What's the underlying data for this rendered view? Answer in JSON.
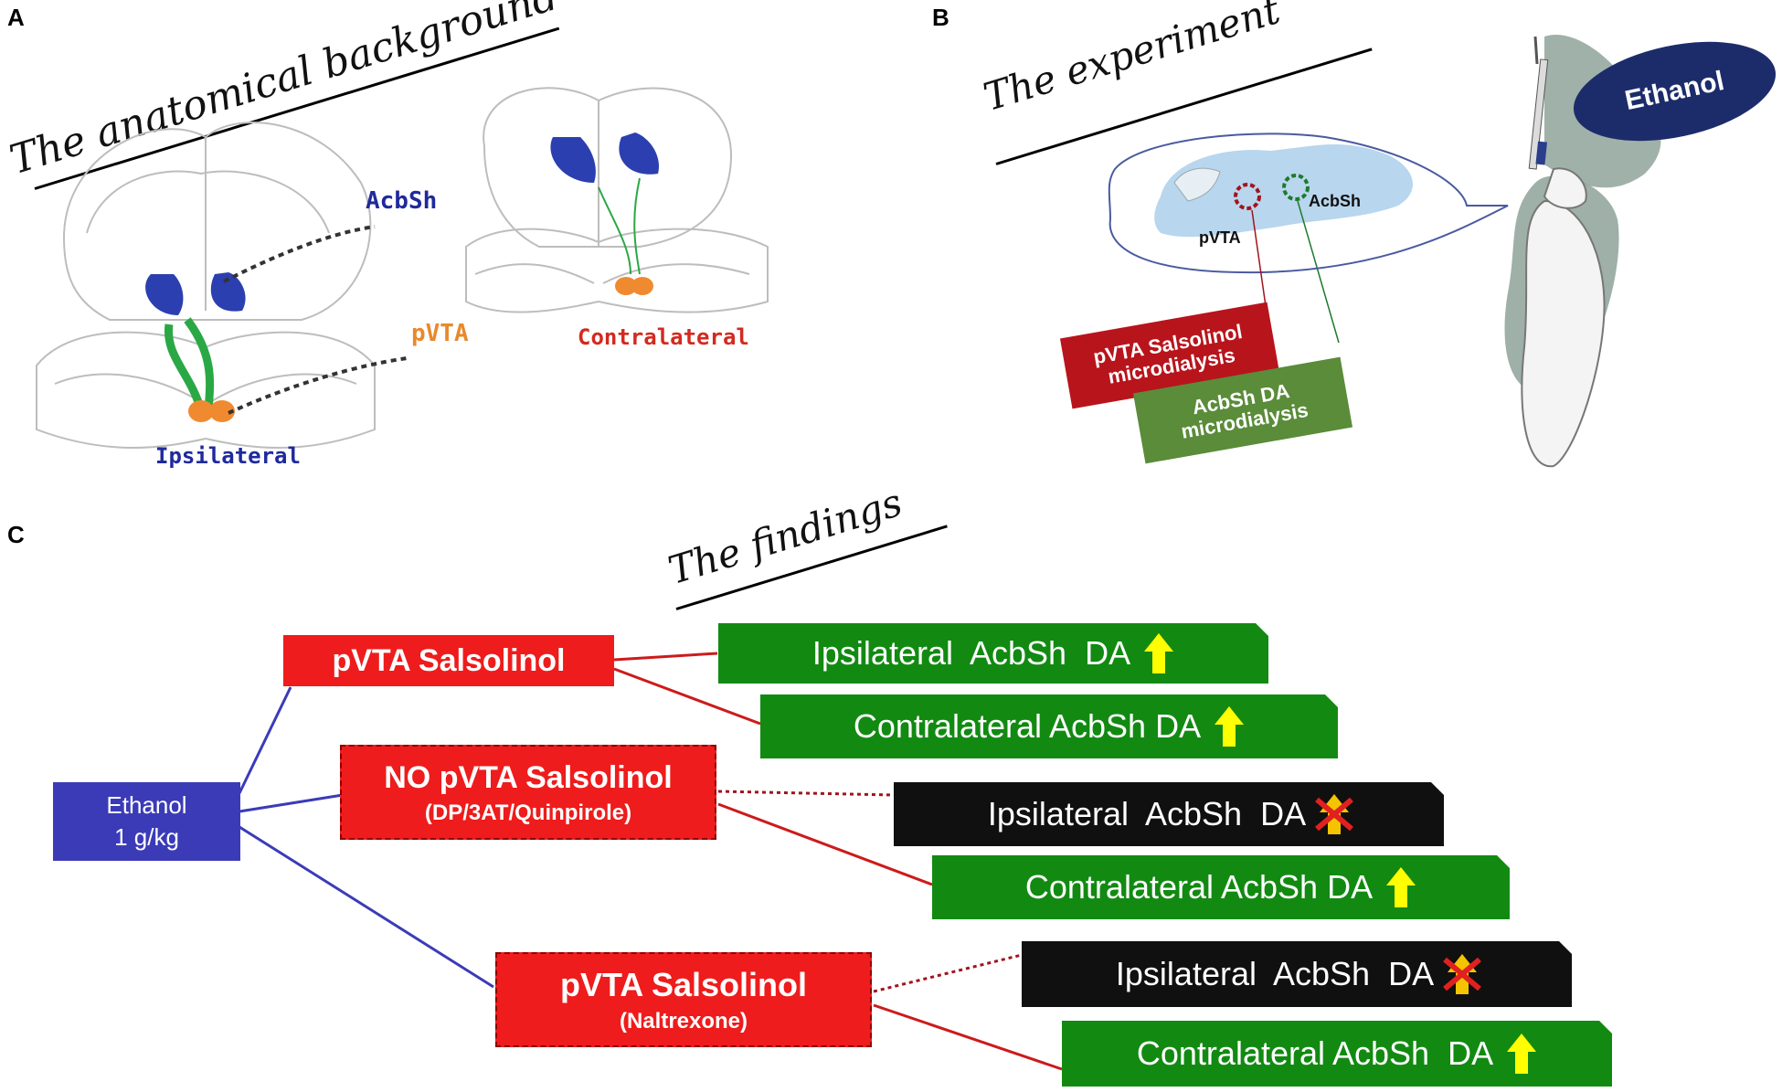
{
  "panels": {
    "a_letter": "A",
    "b_letter": "B",
    "c_letter": "C"
  },
  "panel_a": {
    "title": "The anatomical background",
    "labels": {
      "acbsh": "AcbSh",
      "pvta": "pVTA",
      "ipsilateral": "Ipsilateral",
      "contralateral": "Contralateral"
    }
  },
  "panel_b": {
    "title": "The experiment",
    "ethanol_bubble": "Ethanol",
    "brain_labels": {
      "pvta": "pVTA",
      "acbsh": "AcbSh"
    },
    "red_box": "pVTA Salsolinol microdialysis",
    "green_box": "AcbSh DA microdialysis"
  },
  "panel_c": {
    "title": "The findings",
    "root": {
      "line1": "Ethanol",
      "line2": "1 g/kg"
    },
    "branches": [
      {
        "label": "pVTA Salsolinol",
        "sub": ""
      },
      {
        "label_prefix": "NO",
        "label": "pVTA Salsolinol",
        "sub": "(DP/3AT/Quinpirole)"
      },
      {
        "label": "pVTA Salsolinol",
        "sub": "(Naltrexone)"
      }
    ],
    "results": [
      {
        "text": "Ipsilateral  AcbSh  DA",
        "effect": "increase"
      },
      {
        "text": "Contralateral AcbSh DA",
        "effect": "increase"
      },
      {
        "text": "Ipsilateral  AcbSh  DA",
        "effect": "blocked"
      },
      {
        "text": "Contralateral AcbSh DA",
        "effect": "increase"
      },
      {
        "text": "Ipsilateral  AcbSh  DA",
        "effect": "blocked"
      },
      {
        "text": "Contralateral AcbSh  DA",
        "effect": "increase"
      }
    ]
  },
  "colors": {
    "green": "#128a12",
    "red": "#ee1c1c",
    "blue": "#3b3bb8",
    "black": "#101010",
    "arrow": "#ffff00"
  }
}
